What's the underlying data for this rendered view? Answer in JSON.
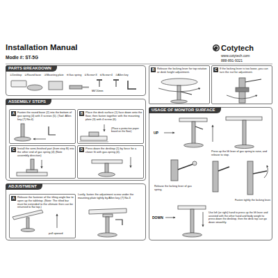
{
  "diagram": {
    "title": "Installation Manual",
    "nodes": [
      {
        "text": [
          "PARTS BREAKDOWN"
        ]
      },
      {
        "text": [
          "ASSEMBLY STEPS"
        ]
      },
      {
        "text": [
          "A",
          "Fasten the round base (2) into the bottom of gas spring (4) with 3 screws (5). (Tool: Allen key (7) No.4)"
        ],
        "in": 1
      },
      {
        "text": [
          "B",
          "Place the desk surface (1) face down onto the floor, then fasten together with the mounting plate (3) with 4 screw (6)."
        ],
        "in": 1
      },
      {
        "text": [
          "C",
          "Install the semi-finished part (from step B) into the other end of gas spring (4) (Note assembly direction)"
        ],
        "in": 1
      },
      {
        "text": [
          "D",
          "Press down the desktop (1) by force for a closer fit with gas-spring (4)."
        ],
        "in": 1
      },
      {
        "text": [
          "ADJUSTMENT"
        ]
      },
      {
        "text": [
          "A",
          "Release the fastener of the tilting angle bar to open up the tabletop. (Note: The tilted bar must be extended to the ultimate then can be returned to flat top.)"
        ],
        "in": 6
      },
      {
        "text": [
          "B",
          "Release the locking lever for top rotation or desk height adjustment."
        ]
      },
      {
        "text": [
          "C",
          "If the locking lever is too loose, you can turn the nut for adjustment."
        ]
      },
      {
        "text": [
          "USAGE OF MONITOR SURFACE"
        ]
      }
    ],
    "labels": [
      "Modle #: ST-5G",
      "Cotytech",
      "www.cotytech.com",
      "888-891-9321",
      "①Desktop",
      "②Round base",
      "③Mounting plate",
      "④Gas spring",
      "⑤Screw×3",
      "⑥Screw×4",
      "⑦Allen key",
      "M6*20mm",
      "(Place a protective paper board on the floor)",
      "pull upward",
      "Lastly, fasten the adjustment screw under the mounting plate tightly by Allen key (7) No.3",
      "UP",
      "Press up the lift lever of gas spring to raise, and release to stop.",
      "Release the locking lever of gas spring.",
      "Fasten tightly the locking lever.",
      "DOWN",
      "Use left (or right) hand to press up the lift lever and assisted with the other hand and body weight to press down the desktop, then the desk top can go down smoothly."
    ]
  }
}
